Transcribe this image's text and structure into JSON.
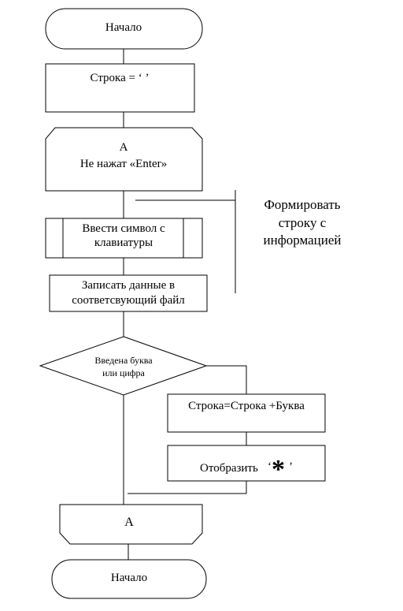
{
  "flowchart": {
    "start": {
      "label": "Начало"
    },
    "init": {
      "label": "Строка = ‘ ’"
    },
    "loop_start": {
      "tag": "A",
      "condition": "Не нажат «Enter»"
    },
    "input": {
      "line1": "Ввести символ с",
      "line2": "клавиатуры"
    },
    "write": {
      "line1": "Записать данные в",
      "line2": "соответсвующий файл"
    },
    "decision": {
      "line1": "Введена буква",
      "line2": "или цифра"
    },
    "append": {
      "label": "Строка=Строка +Буква"
    },
    "display": {
      "label": "Отобразить",
      "quote_open": "‘",
      "symbol": "*",
      "quote_close": "’"
    },
    "loop_end": {
      "tag": "A"
    },
    "end": {
      "label": "Начало"
    },
    "comment": {
      "line1": "Формировать",
      "line2": "строку с",
      "line3": "информацией"
    }
  }
}
